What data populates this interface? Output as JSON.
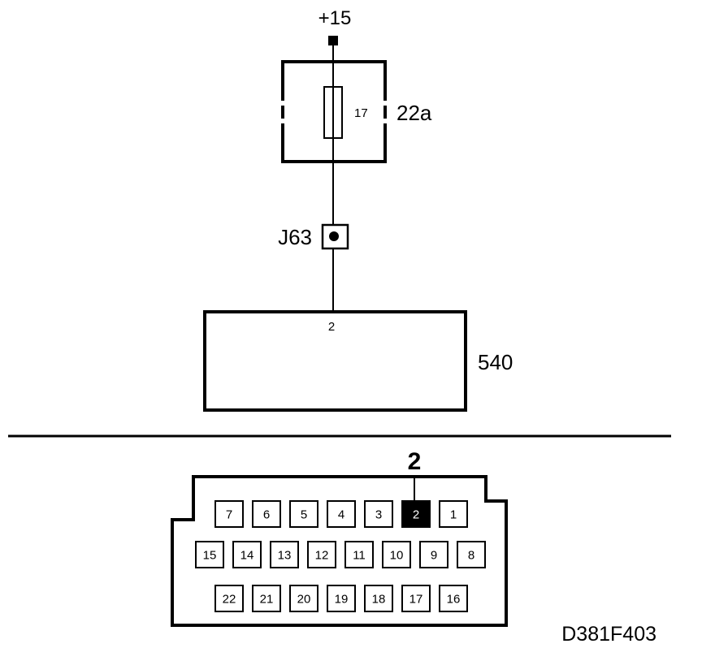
{
  "schematic": {
    "supply_label": "+15",
    "fuse_box_label": "22a",
    "fuse_number": "17",
    "junction_label": "J63",
    "module_pin_label": "2",
    "module_label": "540"
  },
  "connector": {
    "highlight_label": "2",
    "highlighted_pin": "2",
    "rows": [
      [
        "7",
        "6",
        "5",
        "4",
        "3",
        "2",
        "1"
      ],
      [
        "15",
        "14",
        "13",
        "12",
        "11",
        "10",
        "9",
        "8"
      ],
      [
        "22",
        "21",
        "20",
        "19",
        "18",
        "17",
        "16"
      ]
    ]
  },
  "figure_id": "D381F403"
}
